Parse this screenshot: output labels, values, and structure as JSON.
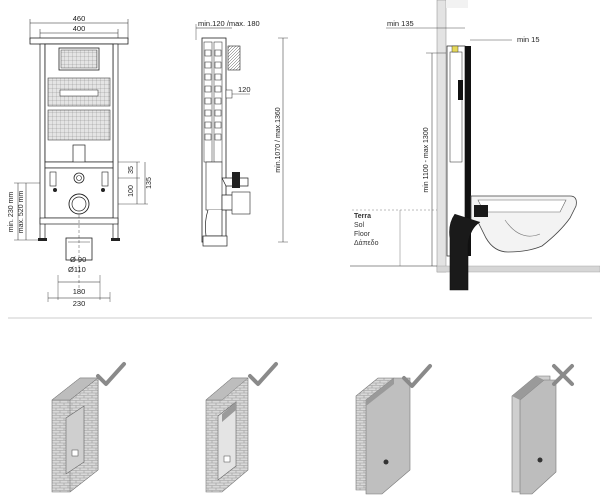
{
  "front_view": {
    "width_outer": "460",
    "width_inner": "400",
    "dim_35": "35",
    "dim_100": "100",
    "dim_135": "135",
    "min_230": "min. 230 mm",
    "max_520": "max. 520 mm",
    "pipe_90": "Ø 90",
    "pipe_110": "Ø110",
    "dim_180": "180",
    "dim_230": "230"
  },
  "side_view": {
    "depth_range": "min.120 /max. 180",
    "dim_120": "120",
    "height_range": "min.1070 / max.1360"
  },
  "installed_view": {
    "min_135": "min 135",
    "min_15": "min 15",
    "height_range": "min 1100 - max 1300",
    "floor_labels": [
      "Terra",
      "Sol",
      "Floor",
      "Δάπεδο"
    ]
  },
  "wall_types": [
    {
      "check": "ok"
    },
    {
      "check": "ok"
    },
    {
      "check": "ok"
    },
    {
      "check": "not-ok"
    }
  ]
}
